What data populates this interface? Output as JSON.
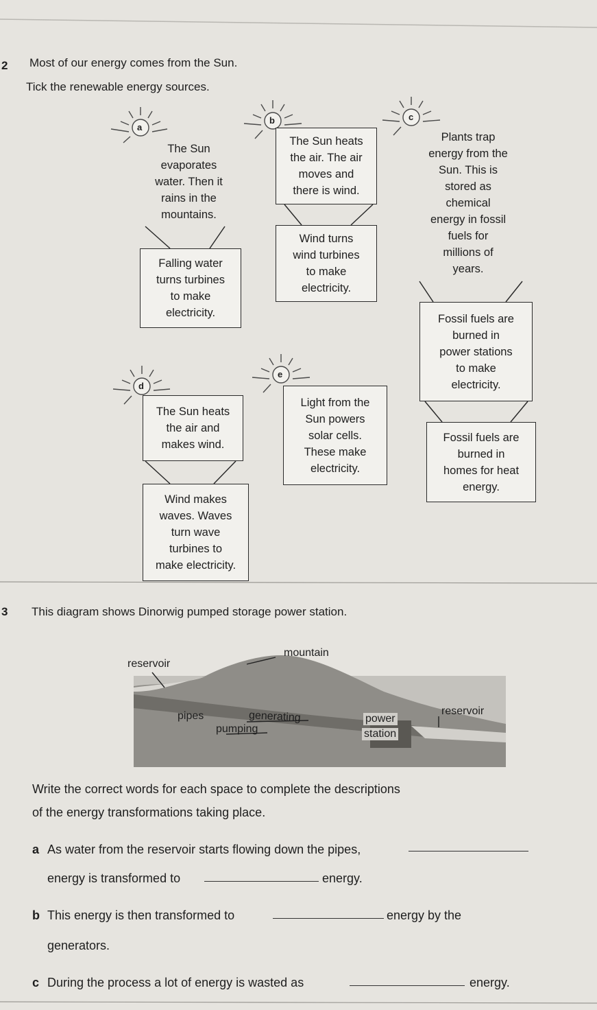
{
  "q2": {
    "number": "2",
    "intro": "Most of our energy comes from the Sun.",
    "instruction": "Tick the renewable energy sources.",
    "chains": {
      "a": {
        "label": "a",
        "box1": [
          "The Sun",
          "evaporates",
          "water. Then it",
          "rains in the",
          "mountains."
        ],
        "box2": [
          "Falling water",
          "turns turbines",
          "to make",
          "electricity."
        ]
      },
      "b": {
        "label": "b",
        "box1": [
          "The Sun heats",
          "the air. The air",
          "moves and",
          "there is wind."
        ],
        "box2": [
          "Wind turns",
          "wind turbines",
          "to make",
          "electricity."
        ]
      },
      "c": {
        "label": "c",
        "box1": [
          "Plants trap",
          "energy from the",
          "Sun. This is",
          "stored as",
          "chemical",
          "energy in fossil",
          "fuels for",
          "millions of",
          "years."
        ],
        "box2": [
          "Fossil fuels are",
          "burned in",
          "power stations",
          "to make",
          "electricity."
        ],
        "box3": [
          "Fossil fuels are",
          "burned in",
          "homes for heat",
          "energy."
        ]
      },
      "d": {
        "label": "d",
        "box1": [
          "The Sun heats",
          "the air and",
          "makes wind."
        ],
        "box2": [
          "Wind makes",
          "waves. Waves",
          "turn wave",
          "turbines to",
          "make electricity."
        ]
      },
      "e": {
        "label": "e",
        "box1": [
          "Light from the",
          "Sun powers",
          "solar cells.",
          "These make",
          "electricity."
        ]
      }
    }
  },
  "q3": {
    "number": "3",
    "intro": "This diagram shows Dinorwig pumped storage power station.",
    "diagram_labels": {
      "mountain": "mountain",
      "reservoir_top": "reservoir",
      "pipes": "pipes",
      "generating": "generating",
      "pumping": "pumping",
      "power": "power",
      "station": "station",
      "reservoir_bottom": "reservoir"
    },
    "instruction_line1": "Write the correct words for each space to complete the descriptions",
    "instruction_line2": "of the energy transformations taking place.",
    "a_label": "a",
    "a_line1": "As water from the reservoir starts flowing down the pipes,",
    "a_line2_pre": "energy is transformed to",
    "a_line2_post": "energy.",
    "b_label": "b",
    "b_line1_pre": "This energy is then transformed to",
    "b_line1_post": "energy by the",
    "b_line2": "generators.",
    "c_label": "c",
    "c_line1_pre": "During the process a lot of energy is wasted as",
    "c_line1_post": "energy."
  }
}
